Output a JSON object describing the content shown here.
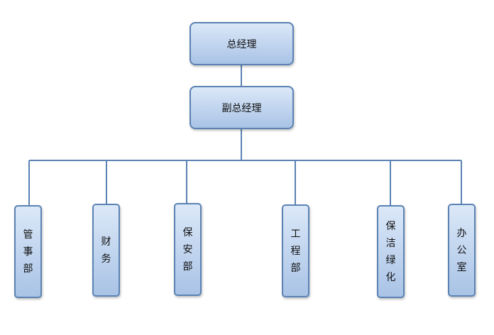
{
  "diagram": {
    "top": {
      "label": "总经理"
    },
    "second": {
      "label": "副总经理"
    },
    "departments": [
      {
        "label": "管事部"
      },
      {
        "label": "财务"
      },
      {
        "label": "保安部"
      },
      {
        "label": "工程部"
      },
      {
        "label": "保洁绿化"
      },
      {
        "label": "办公室"
      }
    ],
    "colors": {
      "line": "#5b82b3",
      "box_border": "#5b82b3",
      "box_fill_top": "#dbe8f8",
      "box_fill_bottom": "#a9c3e6"
    }
  }
}
